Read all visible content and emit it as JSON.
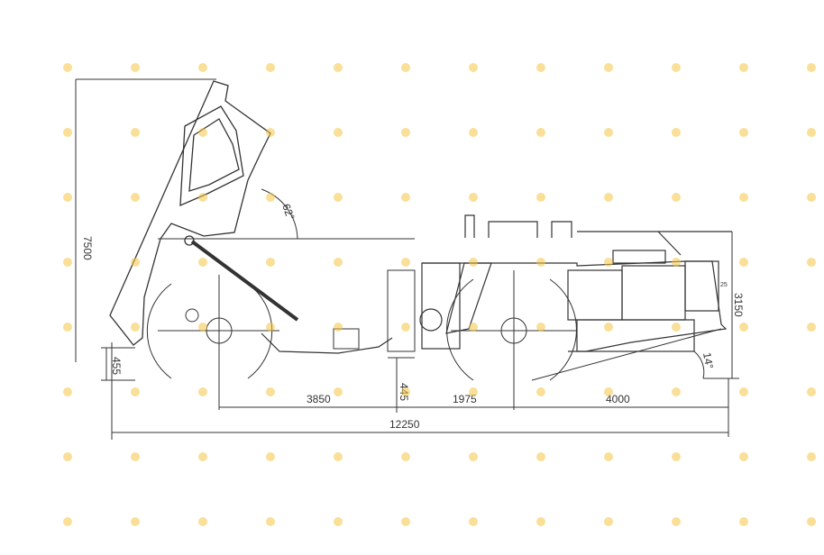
{
  "drawing": {
    "subject": "Underground mining dump truck side elevation, dump body raised",
    "background": "#ffffff",
    "line_color": "#333333",
    "watermark_color": "#f5c542",
    "watermark_icon": "gear-logo-icon"
  },
  "dimensions": {
    "overall_height_raised": "7500",
    "dump_angle": "62°",
    "rear_ground_clearance": "455",
    "mid_ground_clearance": "445",
    "rear_axle_to_articulation": "3850",
    "articulation_to_front_axle": "1975",
    "front_axle_to_front": "4000",
    "overall_length": "12250",
    "cab_height": "3150",
    "approach_angle": "14°",
    "small_tag": "25"
  }
}
